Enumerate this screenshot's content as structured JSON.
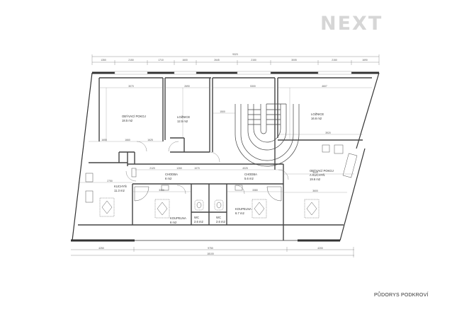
{
  "brand": {
    "logo_text": "NEXT"
  },
  "caption": "PŮDORYS PODKROVÍ",
  "dimensions": {
    "top_total": "9323",
    "top_segments": [
      "1350",
      "2150",
      "1710",
      "1600",
      "2645",
      "2150",
      "3005",
      "2150",
      "1690"
    ],
    "bottom_segments": [
      "4250",
      "9750",
      "4200"
    ],
    "bottom_total": "18100"
  },
  "rooms": [
    {
      "id": "obyvaci-pokoj-1",
      "name": "OBÝVACÍ POKOJ",
      "area": "18.5 m2"
    },
    {
      "id": "loznice-1",
      "name": "LOŽNICE",
      "area": "12.5 m2"
    },
    {
      "id": "loznice-2",
      "name": "LOŽNICE",
      "area": "16.6 m2"
    },
    {
      "id": "kuchyn",
      "name": "KUCHYŇ",
      "area": "11.3 m2"
    },
    {
      "id": "chodba-1",
      "name": "CHODBA",
      "area": "6 m2"
    },
    {
      "id": "chodba-2",
      "name": "CHODBA",
      "area": "5.6 m2"
    },
    {
      "id": "obyvaci-pokoj-2",
      "name": "OBÝVACÍ POKOJ",
      "name2": "A KUCHYŇ",
      "area": "19.6 m2"
    },
    {
      "id": "koupelna-1",
      "name": "KOUPELNA",
      "area": "6 m2"
    },
    {
      "id": "wc-1",
      "name": "WC",
      "area": "2.6 m2"
    },
    {
      "id": "wc-2",
      "name": "WC",
      "area": "2.6 m2"
    },
    {
      "id": "koupelna-2",
      "name": "KOUPELNA",
      "area": "6.7 m2"
    }
  ],
  "inner_dims": {
    "d1": "3070",
    "d2": "2690",
    "d3": "5300",
    "d4": "4607",
    "d5": "1500",
    "d6": "3920",
    "d7": "2120",
    "d8": "1260",
    "d9": "1070",
    "d10": "4025",
    "d11": "2750",
    "d12": "3400",
    "d13": "3380",
    "d14": "3000",
    "d15": "3600",
    "d16": "1655",
    "d17": "1660",
    "d18": "1625"
  }
}
